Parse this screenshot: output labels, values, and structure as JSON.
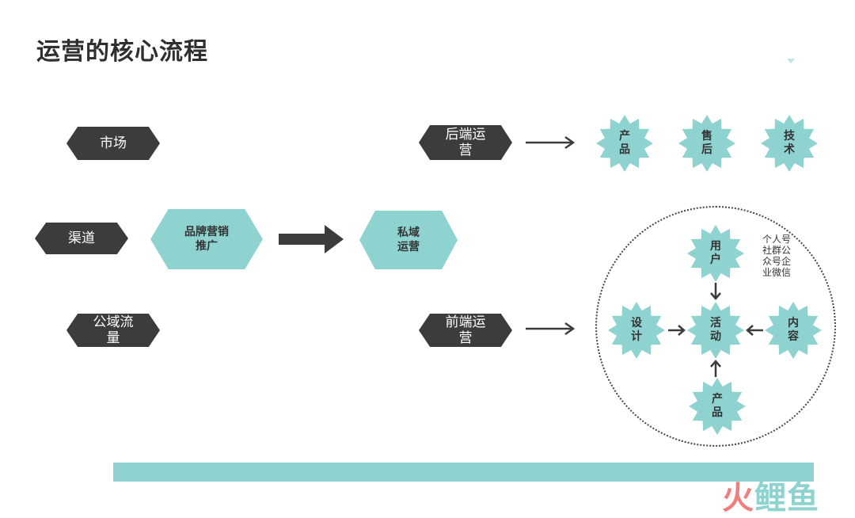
{
  "title": "运营的核心流程",
  "left_labels": {
    "market": "市场",
    "channel": "渠道",
    "public_traffic": "公域流量"
  },
  "brand_box": "品牌营销推广",
  "private_box": "私域运营",
  "backend": {
    "label": "后端运营",
    "items": [
      "产品",
      "售后",
      "技术"
    ]
  },
  "frontend": {
    "label": "前端运营",
    "center": "活动",
    "top": "用户",
    "left": "设计",
    "right": "内容",
    "bottom": "产品",
    "user_note": "个人号社群公众号企业微信"
  },
  "logo": {
    "part1": "火",
    "part2": "鲤鱼"
  },
  "colors": {
    "dark": "#3c3c3c",
    "teal": "#8fd3d1",
    "logo_red": "#ef7f7f"
  }
}
